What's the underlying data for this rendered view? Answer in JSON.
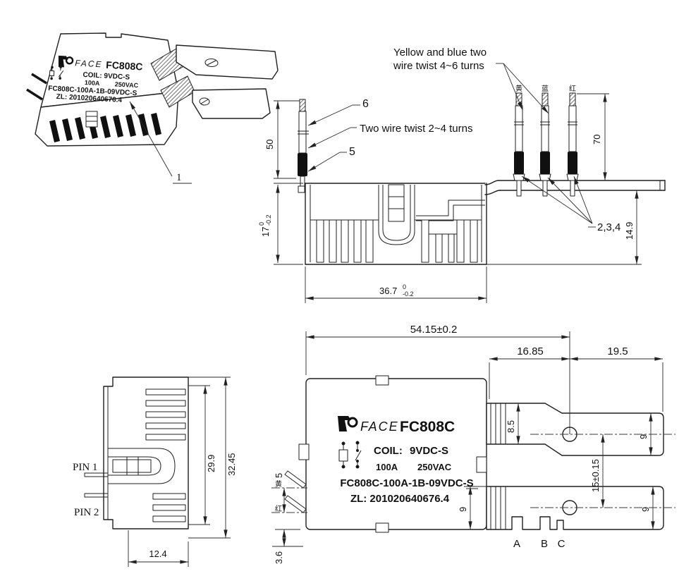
{
  "iso_view": {
    "callout": "1",
    "label": {
      "brand": "FACE",
      "model": "FC808C",
      "coil": "COIL:  9VDC-S",
      "current": "100A",
      "voltage": "250VAC",
      "part_no": "FC808C-100A-1B-09VDC-S",
      "serial": "ZL: 201020640676.4"
    }
  },
  "side_view": {
    "notes": {
      "top_line1": "Yellow and blue two",
      "top_line2": "wire twist 4~6 turns",
      "mid": "Two wire twist 2~4 turns"
    },
    "callouts": {
      "wire": "6",
      "sleeve": "5",
      "group": "2,3,4"
    },
    "wire_colors": [
      "黄",
      "蓝",
      "红"
    ],
    "dims": {
      "h50": "50",
      "h70": "70",
      "d149": "14.9",
      "body17": "17",
      "tol_top": "0",
      "tol_bot": "-0.2",
      "w367": "36.7"
    }
  },
  "left_view": {
    "pin1": "PIN 1",
    "pin2": "PIN 2",
    "dims": {
      "h299": "29.9",
      "h3245": "32.45",
      "w124": "12.4"
    }
  },
  "front_view": {
    "label": {
      "brand": "FACE",
      "model": "FC808C",
      "coil_label": "COIL:",
      "coil_value": "9VDC-S",
      "current": "100A",
      "voltage": "250VAC",
      "part_no": "FC808C-100A-1B-09VDC-S",
      "serial": "ZL: 201020640676.4"
    },
    "dims": {
      "w5415": "54.15±0.2",
      "w1685": "16.85",
      "w195": "19.5",
      "h85": "8.5",
      "p15": "15±0.15",
      "blade9_upper": "9",
      "blade9_lower": "9",
      "body9": "9",
      "pin_pitch5": "5",
      "standoff36": "3.6"
    },
    "terminals": [
      "A",
      "B",
      "C"
    ],
    "wire_colors": [
      "黄",
      "红"
    ]
  }
}
